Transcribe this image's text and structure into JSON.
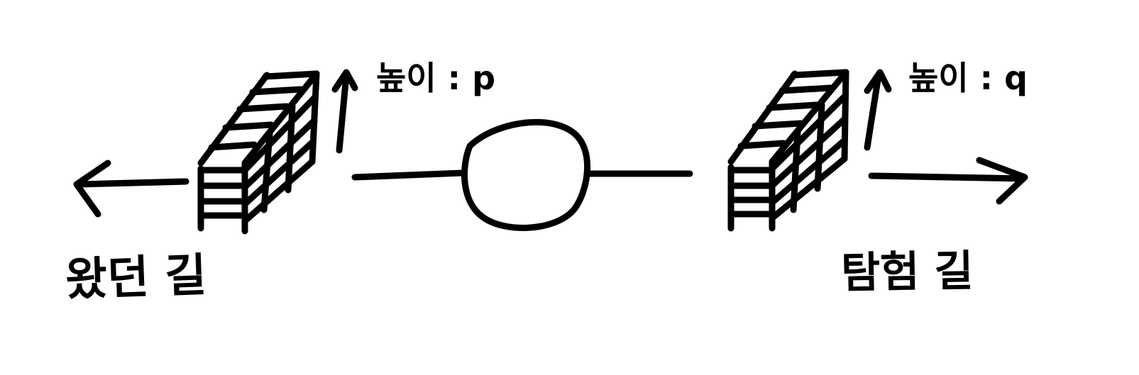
{
  "labels": {
    "path_back": "왔던 길",
    "path_explore": "탐험 길",
    "height_left": "높이 : p",
    "height_right": "높이 : q"
  },
  "colors": {
    "ink": "#000000",
    "background": "#ffffff"
  }
}
